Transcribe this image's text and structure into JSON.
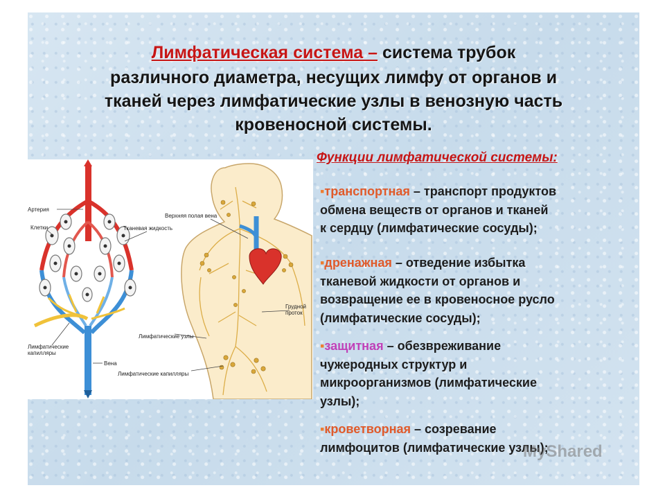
{
  "heading": {
    "highlight": "Лимфатическая система –",
    "line1_rest": " система трубок",
    "line2": "различного диаметра, несущих лимфу от органов и",
    "line3": "тканей через лимфатические узлы в венозную часть",
    "line4": "кровеносной системы."
  },
  "functions": {
    "title": "Функции лимфатической системы:",
    "items": [
      {
        "bullet": "▪",
        "term": "транспортная",
        "dash": " – транспорт продуктов",
        "lines": [
          "обмена веществ от органов и тканей",
          "к сердцу (лимфатические сосуды);"
        ]
      },
      {
        "bullet": "▪",
        "term": "дренажная",
        "dash": " – отведение избытка",
        "lines": [
          "тканевой жидкости от органов и",
          "возвращение ее в кровеносное русло",
          "(лимфатические сосуды);"
        ]
      },
      {
        "bullet": "▪",
        "term": "защитная",
        "dash": " – обезвреживание",
        "lines": [
          "чужеродных структур и",
          "микроорганизмов (лимфатические",
          "узлы);"
        ]
      },
      {
        "bullet": "▪",
        "term": "кроветворная",
        "dash": " – созревание",
        "lines": [
          "лимфоцитов (лимфатические узлы);"
        ]
      }
    ]
  },
  "diagram": {
    "labels": {
      "artery": "Артерия",
      "cells": "Клетки",
      "tissue_fluid": "Тканевая жидкость",
      "lymph_capillaries_left": "Лимфатические капилляры",
      "vein": "Вена",
      "superior_vena_cava": "Верхняя полая вена",
      "thoracic_duct": "Грудной проток",
      "lymph_nodes": "Лимфатические узлы",
      "lymph_capillaries": "Лимфатические капилляры"
    }
  },
  "watermark": "MyShared",
  "colors": {
    "highlight": "#c61616",
    "bullet": "#ed7d31",
    "violet_term": "#c040b8",
    "background": "#cfe0ee"
  }
}
